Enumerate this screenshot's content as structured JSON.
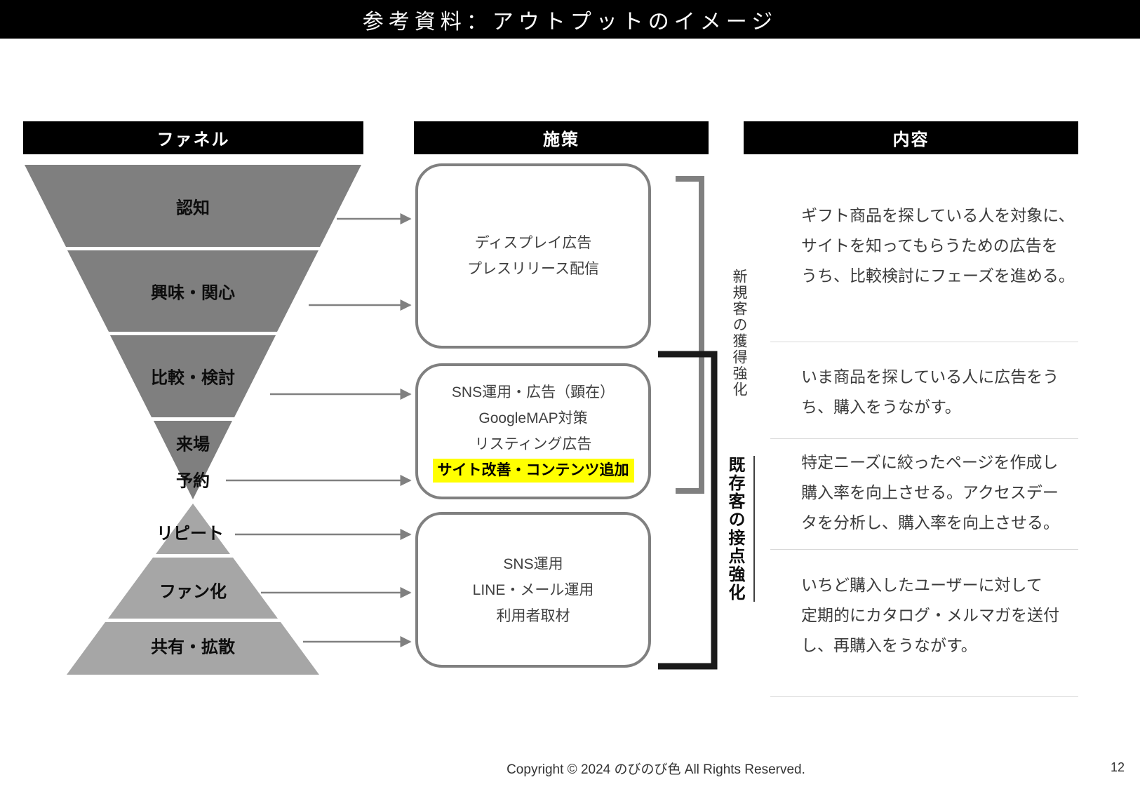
{
  "title": "参考資料：アウトプットのイメージ",
  "columns": {
    "funnel_header": "ファネル",
    "measures_header": "施策",
    "content_header": "内容"
  },
  "funnel": {
    "stages": [
      {
        "label": "認知"
      },
      {
        "label": "興味・関心"
      },
      {
        "label": "比較・検討"
      },
      {
        "line1": "来場",
        "line2": "予約"
      },
      {
        "label": "リピート"
      },
      {
        "label": "ファン化"
      },
      {
        "label": "共有・拡散"
      }
    ]
  },
  "measures": {
    "box1": {
      "lines": [
        "ディスプレイ広告",
        "プレスリリース配信"
      ]
    },
    "box2": {
      "lines": [
        "SNS運用・広告（顕在）",
        "GoogleMAP対策",
        "リスティング広告"
      ],
      "highlight_line": "サイト改善・コンテンツ追加"
    },
    "box3": {
      "lines": [
        "SNS運用",
        "LINE・メール運用",
        "利用者取材"
      ]
    }
  },
  "groups": {
    "new_customers": "新規客の獲得強化",
    "existing_customers": "既存客の接点強化"
  },
  "contents": {
    "p1": [
      "ギフト商品を探している人を対象に、",
      "サイトを知ってもらうための広告を",
      "うち、比較検討にフェーズを進める。"
    ],
    "p2": [
      "いま商品を探している人に広告をう",
      "ち、購入をうながす。"
    ],
    "p3": [
      "特定ニーズに絞ったページを作成し",
      "購入率を向上させる。アクセスデー",
      "タを分析し、購入率を向上させる。"
    ],
    "p4": [
      "いちど購入したユーザーに対して",
      "定期的にカタログ・メルマガを送付",
      "し、再購入をうながす。"
    ]
  },
  "footer": {
    "copyright": "Copyright © 2024 のびのび色 All Rights Reserved.",
    "page_number": "12"
  },
  "colors": {
    "funnel_dark": "#7f7f7f",
    "funnel_light": "#a6a6a6",
    "box_border": "#808080",
    "arrow": "#808080",
    "bracket_new": "#808080",
    "bracket_existing": "#1a1a1a",
    "highlight": "#ffff00",
    "header_bg": "#000000"
  }
}
